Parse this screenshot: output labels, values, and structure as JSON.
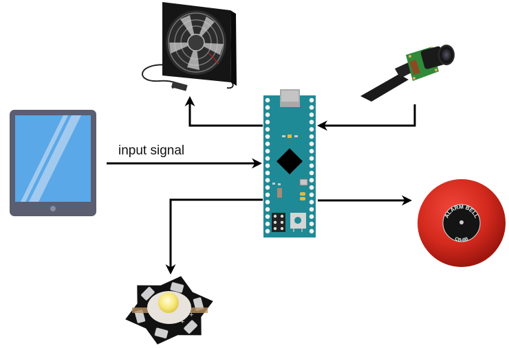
{
  "diagram": {
    "title": "",
    "labels": {
      "input_signal": "input signal"
    },
    "nodes": [
      {
        "id": "tablet",
        "kind": "tablet-device",
        "role": "input"
      },
      {
        "id": "microcontroller",
        "kind": "arduino-micro-board",
        "role": "controller"
      },
      {
        "id": "fan",
        "kind": "usb-cooling-fan",
        "role": "output"
      },
      {
        "id": "camera",
        "kind": "camera-module",
        "role": "input"
      },
      {
        "id": "alarm",
        "kind": "alarm-bell",
        "role": "output"
      },
      {
        "id": "led",
        "kind": "high-power-led-star",
        "role": "output"
      }
    ],
    "edges": [
      {
        "from": "tablet",
        "to": "microcontroller",
        "label": "input signal"
      },
      {
        "from": "camera",
        "to": "microcontroller",
        "label": ""
      },
      {
        "from": "microcontroller",
        "to": "fan",
        "label": ""
      },
      {
        "from": "microcontroller",
        "to": "alarm",
        "label": ""
      },
      {
        "from": "microcontroller",
        "to": "led",
        "label": ""
      }
    ],
    "alarm_bell_text": {
      "top": "ALARM BELL",
      "bottom": "CB-6B"
    },
    "led_markings": {
      "minus": "-",
      "plus": "+"
    },
    "colors": {
      "board": "#1e8a95",
      "tablet_frame": "#5b5d70",
      "tablet_screen": "#5aa8e8",
      "bell_red": "#d42a1e",
      "arrow": "#000000"
    }
  }
}
